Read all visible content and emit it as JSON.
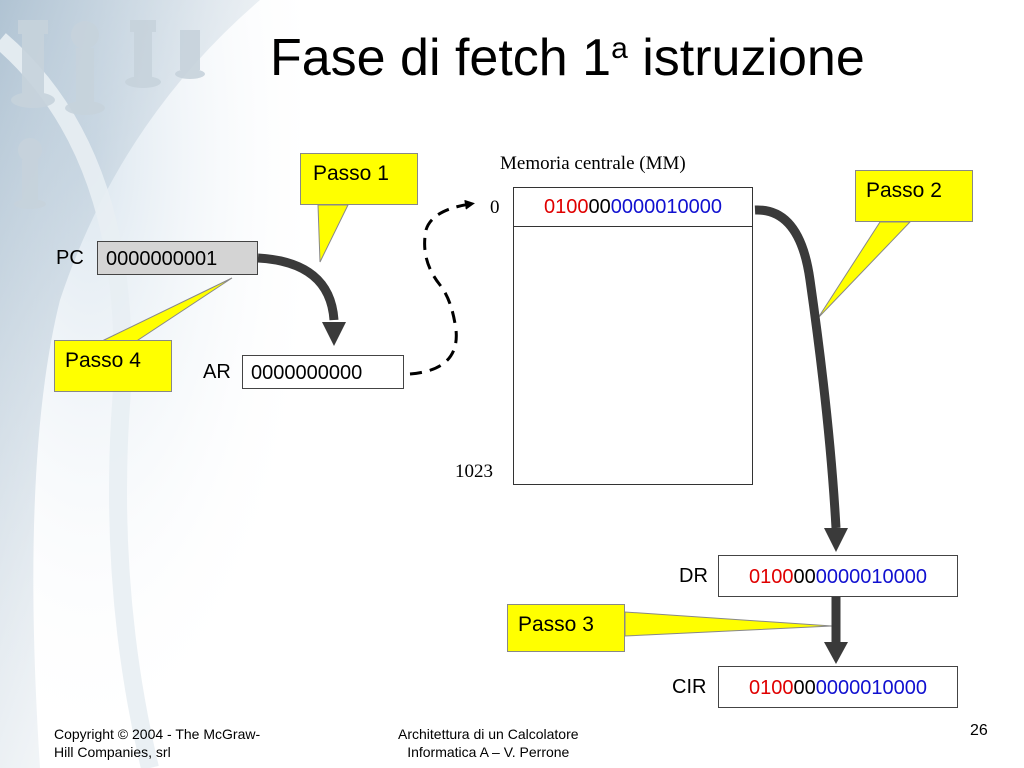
{
  "slide": {
    "title_main": "Fase di fetch 1",
    "title_sup": "a",
    "title_tail": " istruzione",
    "page_number": "26"
  },
  "memory": {
    "title": "Memoria centrale (MM)",
    "address_first": "0",
    "address_last": "1023",
    "row0": {
      "red": "0100",
      "black": "00",
      "blue": "0000010000"
    }
  },
  "registers": {
    "pc": {
      "label": "PC",
      "value": "0000000001"
    },
    "ar": {
      "label": "AR",
      "value": "0000000000"
    },
    "dr": {
      "label": "DR",
      "value": {
        "red": "0100",
        "black": "00",
        "blue": "0000010000"
      }
    },
    "cir": {
      "label": "CIR",
      "value": {
        "red": "0100",
        "black": "00",
        "blue": "0000010000"
      }
    }
  },
  "callouts": {
    "passo1": "Passo 1",
    "passo2": "Passo 2",
    "passo3": "Passo 3",
    "passo4": "Passo 4"
  },
  "footer": {
    "copyright_line1": "Copyright © 2004 - The McGraw-",
    "copyright_line2": "Hill Companies, srl",
    "course_line1": "Architettura di un Calcolatore",
    "course_line2": "Informatica A – V. Perrone"
  },
  "colors": {
    "callout_fill": "#ffff00",
    "arrow": "#3a3a3a",
    "bits_red": "#e00000",
    "bits_blue": "#1010d0"
  }
}
